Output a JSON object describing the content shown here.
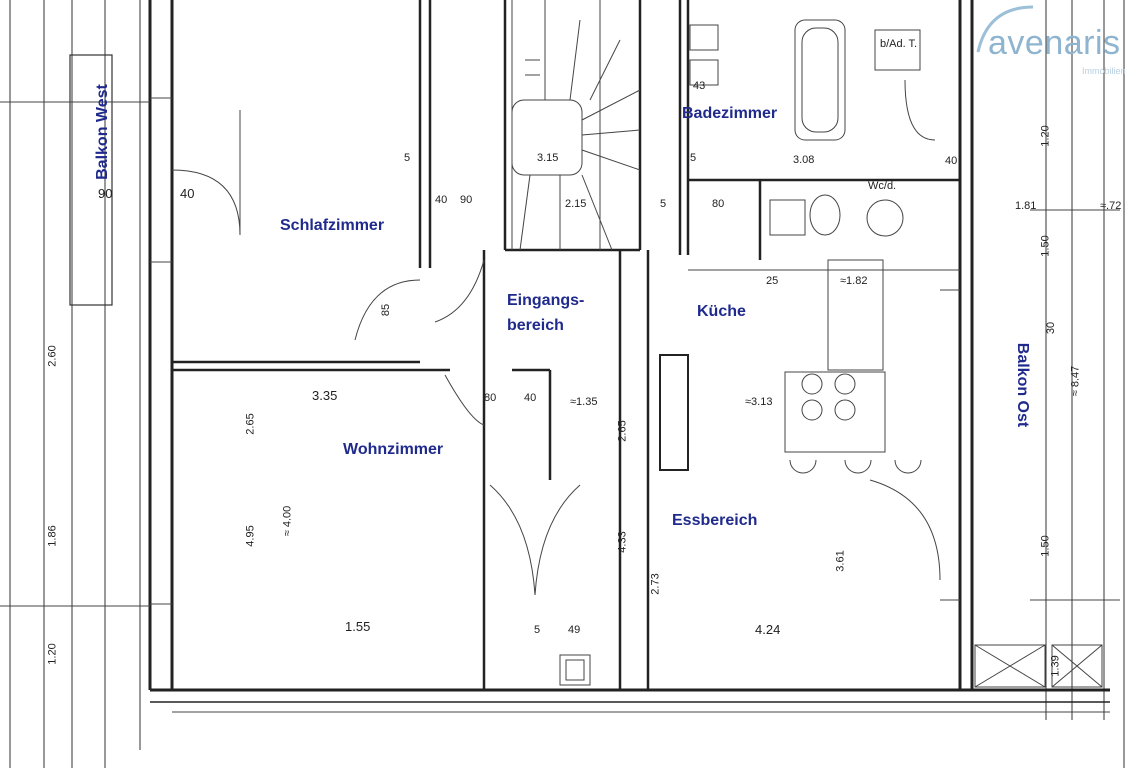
{
  "logo": {
    "name": "avenaris",
    "sub": "Immobilien"
  },
  "rooms": {
    "balkon_west": "Balkon West",
    "schlafzimmer": "Schlafzimmer",
    "wohnzimmer": "Wohnzimmer",
    "eingang_1": "Eingangs-",
    "eingang_2": "bereich",
    "badezimmer": "Badezimmer",
    "kueche": "Küche",
    "essbereich": "Essbereich",
    "balkon_ost": "Balkon Ost"
  },
  "dims": {
    "d_315": "3.15",
    "d_215": "2.15",
    "d_335": "3.35",
    "d_155": "1.55",
    "d_424": "4.24",
    "d_313": "≈3.13",
    "d_135": "≈1.35",
    "d_308": "3.08",
    "d_182": "≈1.82",
    "d_90a": "90",
    "d_90b": "90",
    "d_40a": "40",
    "d_40b": "40",
    "d_40c": "40",
    "d_40d": "40",
    "d_80a": "80",
    "d_80b": "80",
    "d_49": "49",
    "d_25": "25",
    "d_5a": "5",
    "d_5b": "5",
    "d_5c": "5",
    "d_5d": "5",
    "d_43": "43",
    "d_181": "1.81",
    "d_27": "≈.72",
    "d_wc": "Wc/d.",
    "d_badt": "b/Ad. T.",
    "d_260": "2.60",
    "d_186": "1.86",
    "d_120a": "1.20",
    "d_120b": "1.20",
    "d_150a": "1.50",
    "d_150b": "1.50",
    "d_495": "4.95",
    "d_400": "≈ 4.00",
    "d_265": "2.65",
    "d_433": "4.33",
    "d_273": "2.73",
    "d_361": "3.61",
    "d_139": "1.39",
    "d_847": "≈ 8.47",
    "d_85": "85",
    "d_265b": "2.65",
    "d_30": "30"
  }
}
